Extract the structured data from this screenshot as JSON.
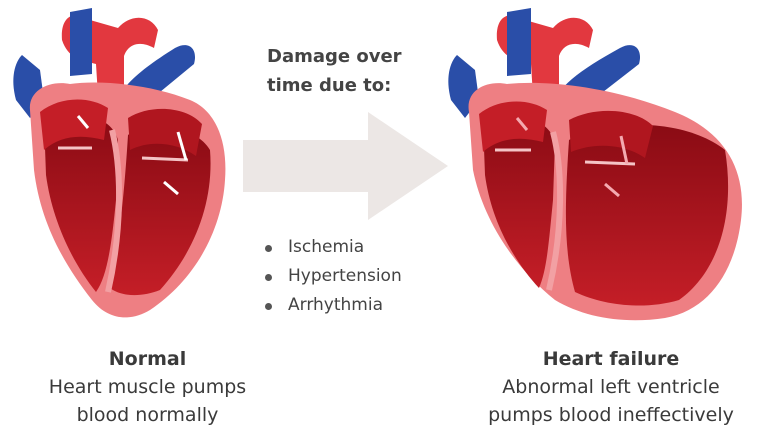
{
  "colors": {
    "artery_red": "#e2383f",
    "vein_blue": "#2a4ea8",
    "muscle_pink": "#ee7f83",
    "chamber_dark": "#a3121c",
    "arrow_grey": "#ece7e5"
  },
  "heading": {
    "line1": "Damage over",
    "line2": "time due to:"
  },
  "causes": [
    "Ischemia",
    "Hypertension",
    "Arrhythmia"
  ],
  "normal": {
    "title": "Normal",
    "line1": "Heart muscle pumps",
    "line2": "blood normally"
  },
  "failure": {
    "title": "Heart failure",
    "line1": "Abnormal left ventricle",
    "line2": "pumps blood ineffectively"
  }
}
